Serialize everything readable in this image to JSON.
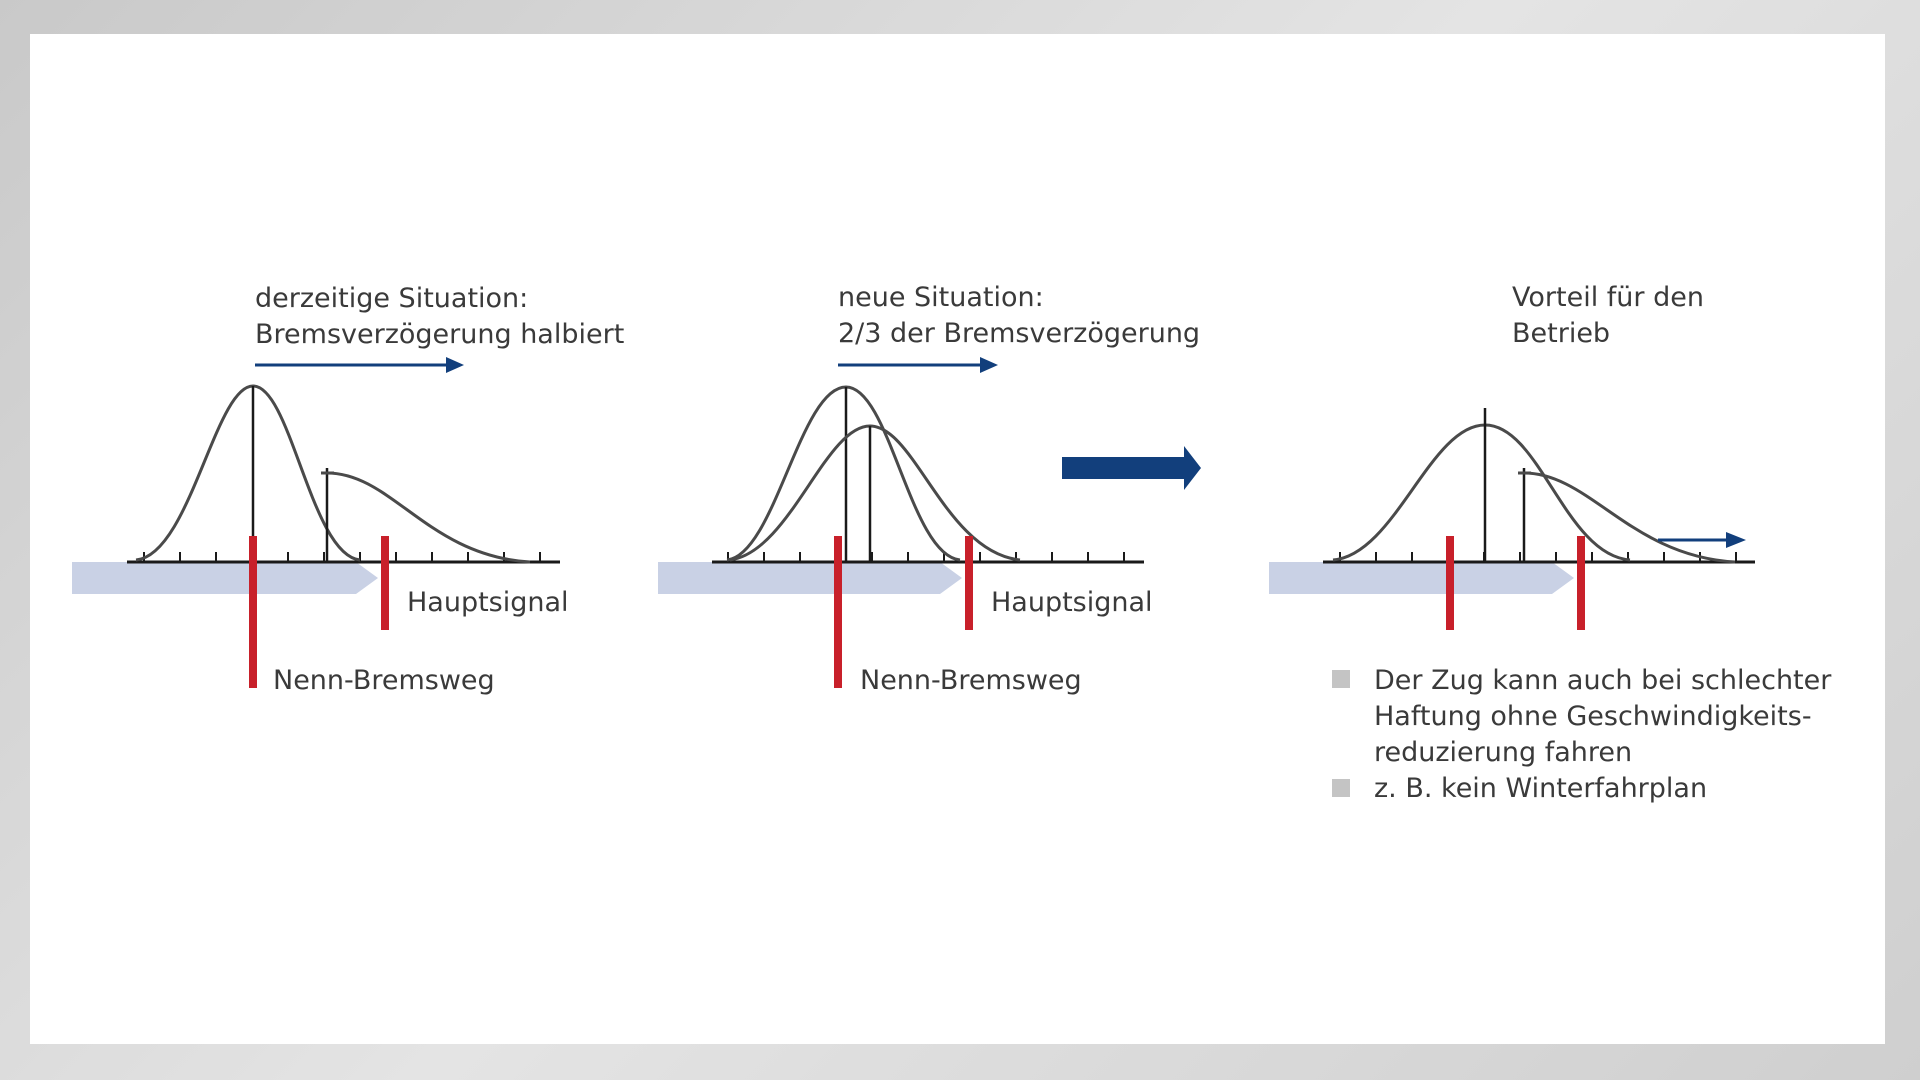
{
  "panels": [
    {
      "title_line1": "derzeitige Situation:",
      "title_line2": "Bremsverzögerung halbiert",
      "signal_label": "Hauptsignal",
      "brake_label": "Nenn-Bremsweg"
    },
    {
      "title_line1": "neue Situation:",
      "title_line2": "2/3 der Bremsverzögerung",
      "signal_label": "Hauptsignal",
      "brake_label": "Nenn-Bremsweg"
    },
    {
      "title_line1": "Vorteil für den",
      "title_line2": "Betrieb",
      "bullets": [
        {
          "lines": [
            "Der Zug kann auch bei schlechter",
            "Haftung ohne Geschwindigkeits-",
            "reduzierung fahren"
          ]
        },
        {
          "lines": [
            "z. B. kein Winterfahrplan"
          ]
        }
      ]
    }
  ],
  "colors": {
    "curve": "#4a4a4a",
    "axis": "#1a1a1a",
    "marker": "#c8202a",
    "arrow_blue": "#123f7c",
    "track": "#c9d1e5",
    "bullet": "#c4c4c4",
    "text": "#3a3a3a"
  }
}
